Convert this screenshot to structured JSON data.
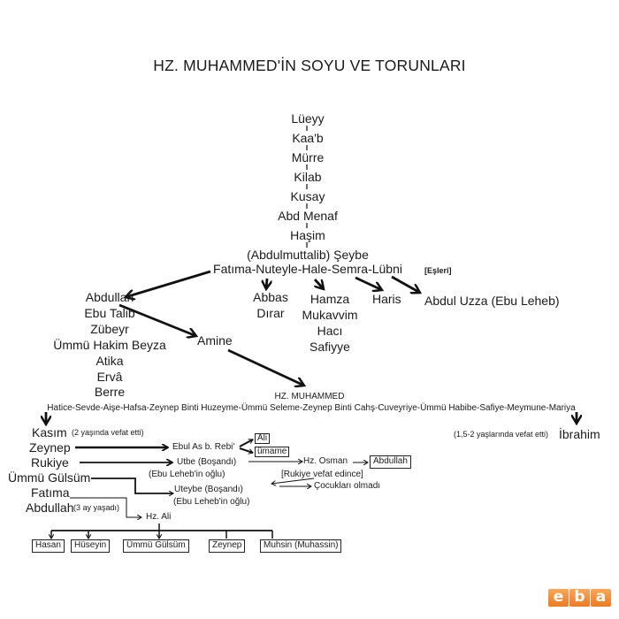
{
  "title": "HZ. MUHAMMED'İN SOYU VE TORUNLARI",
  "lineage": [
    "Lüeyy",
    "Kaa'b",
    "Mürre",
    "Kilab",
    "Kusay",
    "Abd Menaf",
    "Haşim",
    "(Abdulmuttalib) Şeybe"
  ],
  "wives_of_abdulmuttalib": "Fatıma-Nuteyle-Hale-Semra-Lübni",
  "wives_tag": "[Eşleri]",
  "abdulmuttalib_children": {
    "group_left": [
      "Abdullah",
      "Ebu Talib",
      "Zübeyr",
      "Ümmü Hakim Beyza",
      "Atika",
      "Ervâ",
      "Berre"
    ],
    "group_abbas": [
      "Abbas",
      "Dırar"
    ],
    "group_hamza": [
      "Hamza",
      "Mukavvim",
      "Hacı",
      "Safiyye"
    ],
    "haris": "Haris",
    "ebu_leheb": "Abdul Uzza (Ebu Leheb)"
  },
  "amine": "Amine",
  "prophet": "HZ. MUHAMMED",
  "prophet_wives": "Hatice-Sevde-Aişe-Hafsa-Zeynep Binti Huzeyme-Ümmü Seleme-Zeynep Binti Cahş-Cuveyriye-Ümmü Habibe-Safiye-Meymune-Mariya",
  "children": {
    "kasim": "Kasım",
    "kasim_note": "(2 yaşında vefat etti)",
    "zeynep": "Zeynep",
    "rukiye": "Rukiye",
    "ummu_gulsum": "Ümmü Gülsüm",
    "fatima": "Fatıma",
    "abdullah": "Abdullah",
    "abdullah_note": "(3 ay yaşadı)",
    "ibrahim": "İbrahim",
    "ibrahim_note": "(1,5-2 yaşlarında vefat etti)"
  },
  "spouses": {
    "ebul_as": "Ebul As b. Rebi'",
    "ebul_as_children": [
      "Ali",
      "ümame"
    ],
    "utbe": "Utbe  (Boşandı)",
    "utbe_note": "(Ebu Leheb'in oğlu)",
    "uteybe": "Uteybe (Boşandı)",
    "uteybe_note": "(Ebu Leheb'in oğlu)",
    "hz_osman": "Hz. Osman",
    "osman_child": "Abdullah",
    "rukiye_note": "[Rukiye vefat edince]",
    "no_children": "Çocukları olmadı",
    "hz_ali": "Hz. Ali"
  },
  "grandchildren": [
    "Hasan",
    "Hüseyin",
    "Ümmü Gülsüm",
    "Zeynep",
    "Muhsin (Muhassin)"
  ],
  "logo": [
    "e",
    "b",
    "a"
  ],
  "colors": {
    "text": "#1a1a1a",
    "logo": "#ee7a1e"
  }
}
